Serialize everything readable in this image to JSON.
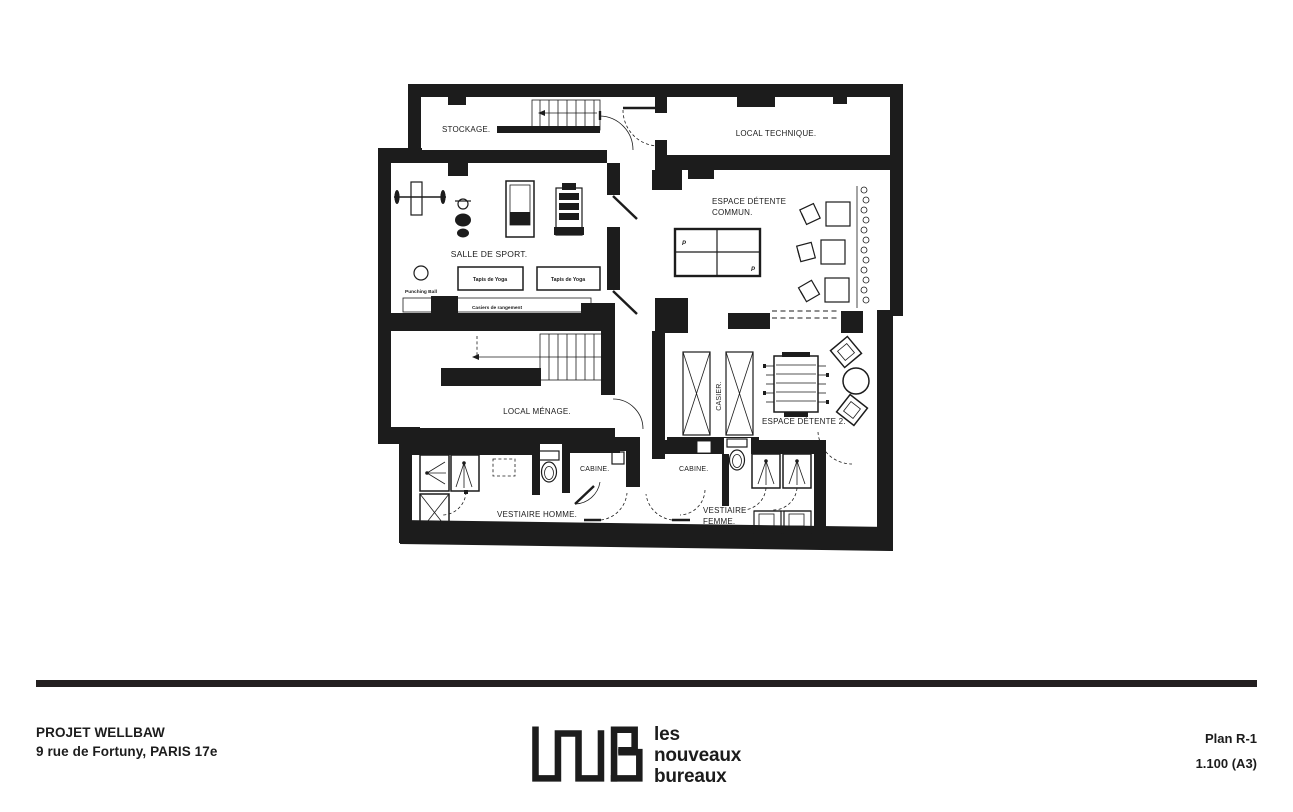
{
  "page": {
    "background": "#ffffff",
    "ink": "#1c1c1c"
  },
  "floor_plan": {
    "rooms": {
      "stockage": "STOCKAGE.",
      "local_technique": "LOCAL TECHNIQUE.",
      "salle_de_sport": "SALLE DE SPORT.",
      "espace_detente_commun_l1": "ESPACE DÉTENTE",
      "espace_detente_commun_l2": "COMMUN.",
      "local_menage": "LOCAL MÉNAGE.",
      "casier": "CASIER.",
      "espace_detente_2": "ESPACE DÉTENTE 2.",
      "cabine": "CABINE.",
      "vestiaire_homme": "VESTIAIRE HOMME.",
      "vestiaire_femme_l1": "VESTIAIRE",
      "vestiaire_femme_l2": "FEMME."
    },
    "annotations": {
      "tapis_de_yoga": "Tapis de Yoga",
      "punching_ball": "Punching Ball",
      "casiers_de_rangement": "Casiers de rangement",
      "table_marker": "P"
    }
  },
  "footer": {
    "project_name": "PROJET WELLBAW",
    "address": "9 rue de Fortuny, PARIS 17e",
    "logo": {
      "l1": "les",
      "l2": "nouveaux",
      "l3": "bureaux"
    },
    "plan_ref": "Plan R-1",
    "scale": "1.100 (A3)"
  }
}
